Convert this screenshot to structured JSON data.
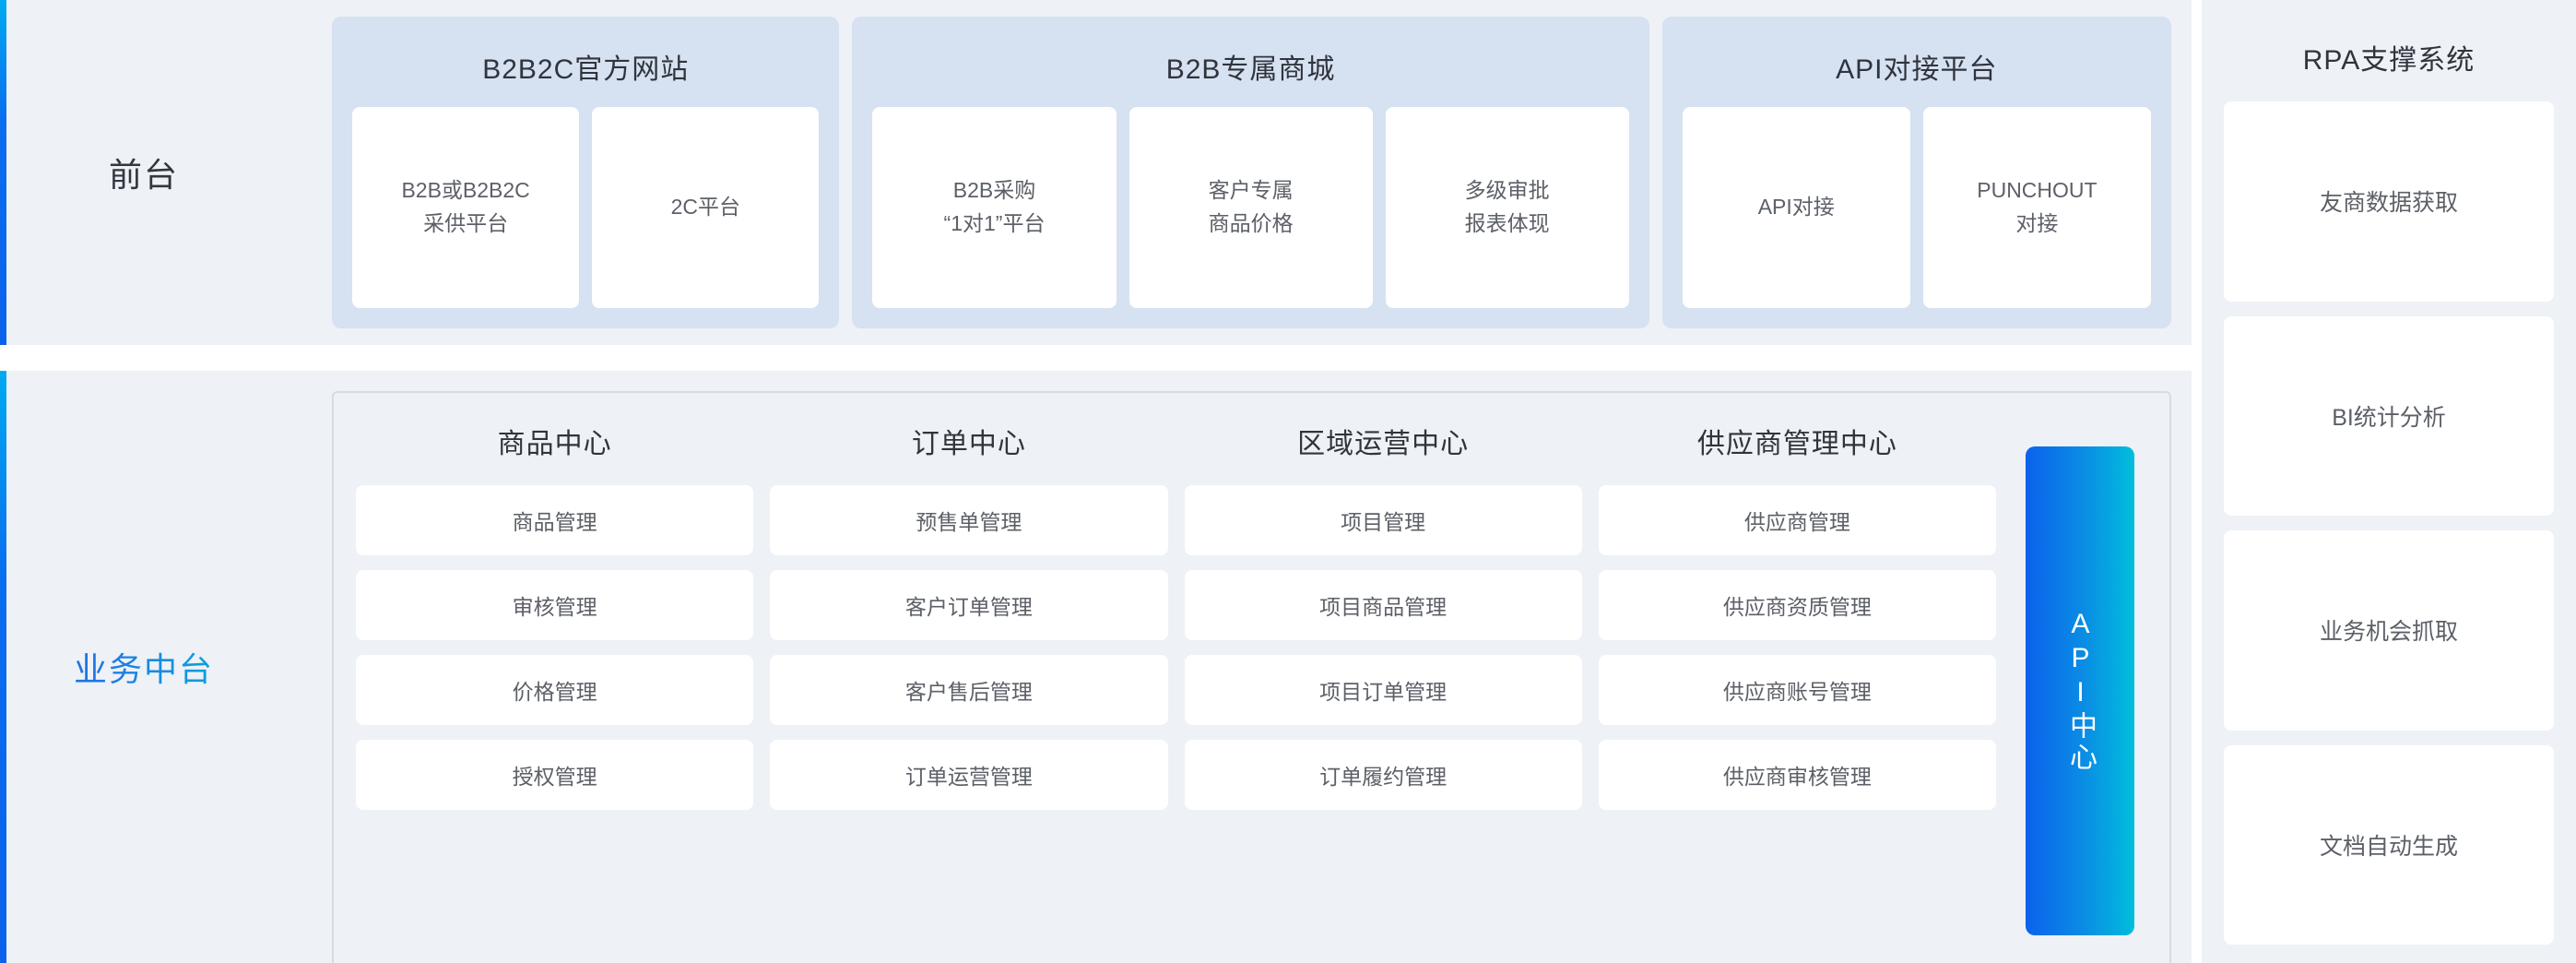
{
  "tiers": [
    {
      "label": "前台"
    },
    {
      "label": "业务中台"
    }
  ],
  "front_office": {
    "panels": [
      {
        "title": "B2B2C官方网站",
        "cards": [
          {
            "label": "B2B或B2B2C\n采供平台"
          },
          {
            "label": "2C平台"
          }
        ]
      },
      {
        "title": "B2B专属商城",
        "cards": [
          {
            "label": "B2B采购\n“1对1”平台"
          },
          {
            "label": "客户专属\n商品价格"
          },
          {
            "label": "多级审批\n报表体现"
          }
        ]
      },
      {
        "title": "API对接平台",
        "cards": [
          {
            "label": "API对接"
          },
          {
            "label": "PUNCHOUT\n对接"
          }
        ]
      }
    ]
  },
  "mid_office": {
    "centers": [
      {
        "title": "商品中心",
        "items": [
          "商品管理",
          "审核管理",
          "价格管理",
          "授权管理"
        ]
      },
      {
        "title": "订单中心",
        "items": [
          "预售单管理",
          "客户订单管理",
          "客户售后管理",
          "订单运营管理"
        ]
      },
      {
        "title": "区域运营中心",
        "items": [
          "项目管理",
          "项目商品管理",
          "项目订单管理",
          "订单履约管理"
        ]
      },
      {
        "title": "供应商管理中心",
        "items": [
          "供应商管理",
          "供应商资质管理",
          "供应商账号管理",
          "供应商审核管理"
        ]
      }
    ],
    "api_center": {
      "label": "API中心"
    }
  },
  "rpa": {
    "title": "RPA支撑系统",
    "cards": [
      "友商数据获取",
      "BI统计分析",
      "业务机会抓取",
      "文档自动生成"
    ]
  },
  "colors": {
    "accent_blue": "#0b62ec",
    "accent_cyan": "#00bedc",
    "panel_bg": "#d6e1f2",
    "band_bg": "#eef1f6",
    "card_text": "#5c6067",
    "title_text": "#30343c"
  }
}
